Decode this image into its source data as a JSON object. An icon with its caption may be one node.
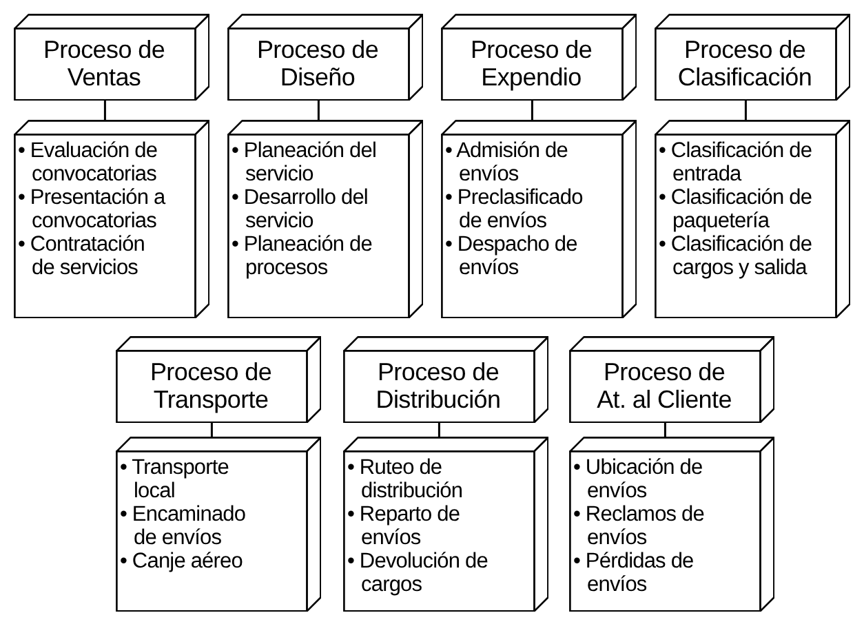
{
  "diagram": {
    "nodes": [
      {
        "text": [
          "Proceso de Ventas"
        ]
      },
      {
        "text": [
          "• Evaluación de convocatorias",
          "• Presentación a convocatorias",
          "• Contratación de servicios"
        ]
      },
      {
        "text": [
          "Proceso de Diseño"
        ]
      },
      {
        "text": [
          "• Planeación del servicio",
          "• Desarrollo del servicio",
          "• Planeación de procesos"
        ]
      },
      {
        "text": [
          "Proceso de Expendio"
        ]
      },
      {
        "text": [
          "• Admisión de envíos",
          "• Preclasificado de envíos",
          "• Despacho de envíos"
        ]
      },
      {
        "text": [
          "Proceso de Clasificación"
        ]
      },
      {
        "text": [
          "• Clasificación de entrada",
          "• Clasificación de paquetería",
          "• Clasificación de cargos y salida"
        ]
      },
      {
        "text": [
          "Proceso de Transporte"
        ]
      },
      {
        "text": [
          "• Transporte local",
          "• Encaminado de envíos",
          "• Canje aéreo"
        ]
      },
      {
        "text": [
          "Proceso de Distribución"
        ]
      },
      {
        "text": [
          "• Ruteo de distribución",
          "• Reparto de envíos",
          "• Devolución de cargos"
        ]
      },
      {
        "text": [
          "Proceso de At. al Cliente"
        ]
      },
      {
        "text": [
          "• Ubicación de envíos",
          "• Reclamos de envíos",
          "• Pérdidas de envíos"
        ]
      }
    ],
    "edges": [
      {
        "from": 0,
        "to": 1,
        "arrow": "none"
      },
      {
        "from": 2,
        "to": 3,
        "arrow": "none"
      },
      {
        "from": 4,
        "to": 5,
        "arrow": "none"
      },
      {
        "from": 6,
        "to": 7,
        "arrow": "none"
      },
      {
        "from": 8,
        "to": 9,
        "arrow": "none"
      },
      {
        "from": 10,
        "to": 11,
        "arrow": "none"
      },
      {
        "from": 12,
        "to": 13,
        "arrow": "none"
      }
    ]
  }
}
